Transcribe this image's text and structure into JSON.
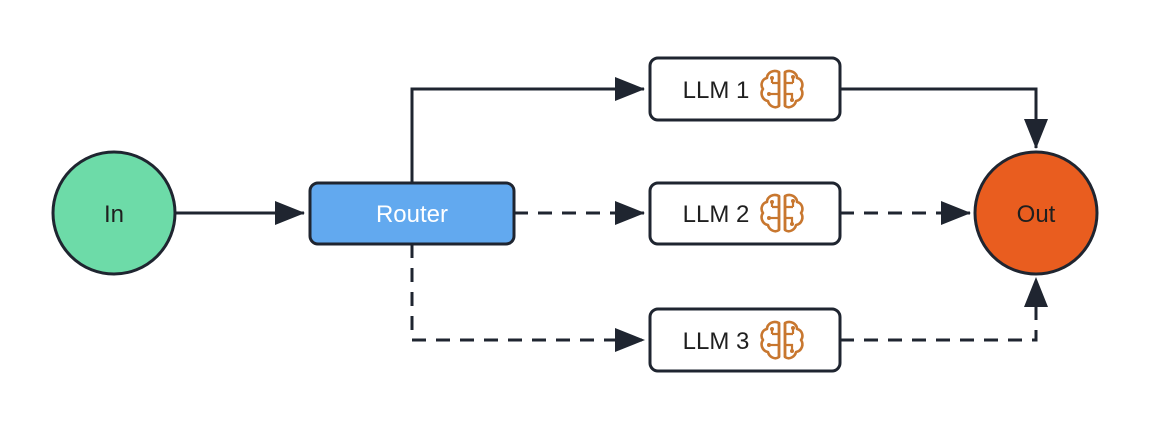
{
  "nodes": {
    "input": {
      "label": "In",
      "color": "#6ddba8"
    },
    "router": {
      "label": "Router",
      "color": "#62a9ef"
    },
    "llm1": {
      "label": "LLM 1"
    },
    "llm2": {
      "label": "LLM 2"
    },
    "llm3": {
      "label": "LLM 3"
    },
    "output": {
      "label": "Out",
      "color": "#e95d1f"
    }
  },
  "icon": {
    "name": "brain-icon",
    "color": "#c8772f"
  },
  "edges": [
    {
      "from": "input",
      "to": "router",
      "style": "solid"
    },
    {
      "from": "router",
      "to": "llm1",
      "style": "solid"
    },
    {
      "from": "router",
      "to": "llm2",
      "style": "dashed"
    },
    {
      "from": "router",
      "to": "llm3",
      "style": "dashed"
    },
    {
      "from": "llm1",
      "to": "output",
      "style": "solid"
    },
    {
      "from": "llm2",
      "to": "output",
      "style": "dashed"
    },
    {
      "from": "llm3",
      "to": "output",
      "style": "dashed"
    }
  ]
}
